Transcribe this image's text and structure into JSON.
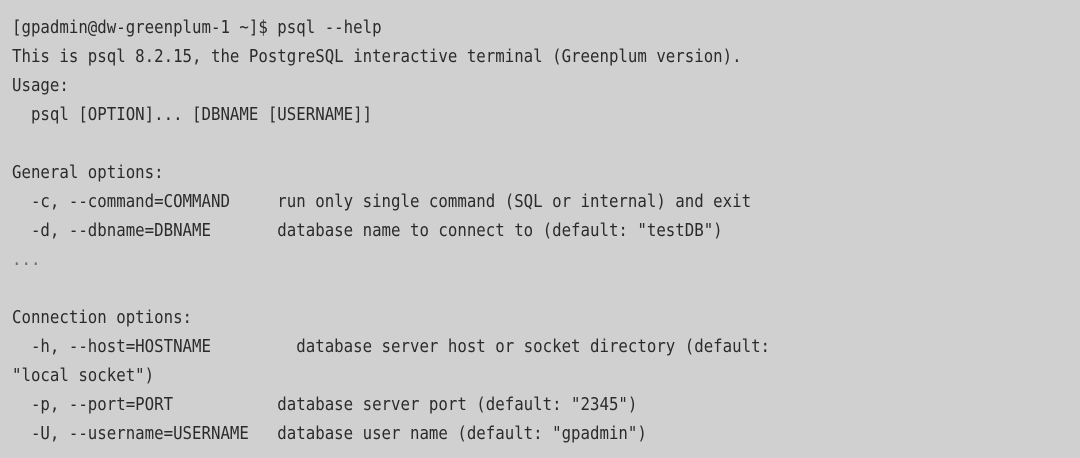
{
  "terminal": {
    "background_color": "#d0d0d0",
    "text_color": "#2b2b2b",
    "prompt": "[gpadmin@dw-greenplum-1 ~]$",
    "command": "psql --help",
    "lines": [
      {
        "id": "prompt-line",
        "text": "[gpadmin@dw-greenplum-1 ~]$ psql --help"
      },
      {
        "id": "version-line",
        "text": "This is psql 8.2.15, the PostgreSQL interactive terminal (Greenplum version)."
      },
      {
        "id": "usage-heading",
        "text": "Usage:"
      },
      {
        "id": "usage-synopsis",
        "text": "  psql [OPTION]... [DBNAME [USERNAME]]"
      },
      {
        "id": "blank-1",
        "text": " "
      },
      {
        "id": "general-heading",
        "text": "General options:"
      },
      {
        "id": "opt-command",
        "text": "  -c, --command=COMMAND     run only single command (SQL or internal) and exit"
      },
      {
        "id": "opt-dbname",
        "text": "  -d, --dbname=DBNAME       database name to connect to (default: \"testDB\")"
      },
      {
        "id": "truncation-ellipsis",
        "text": "..."
      },
      {
        "id": "blank-2",
        "text": " "
      },
      {
        "id": "connection-heading",
        "text": "Connection options:"
      },
      {
        "id": "opt-host",
        "text": "  -h, --host=HOSTNAME         database server host or socket directory (default:"
      },
      {
        "id": "opt-host-wrap",
        "text": "\"local socket\")"
      },
      {
        "id": "opt-port",
        "text": "  -p, --port=PORT           database server port (default: \"2345\")"
      },
      {
        "id": "opt-username",
        "text": "  -U, --username=USERNAME   database user name (default: \"gpadmin\")"
      }
    ]
  }
}
